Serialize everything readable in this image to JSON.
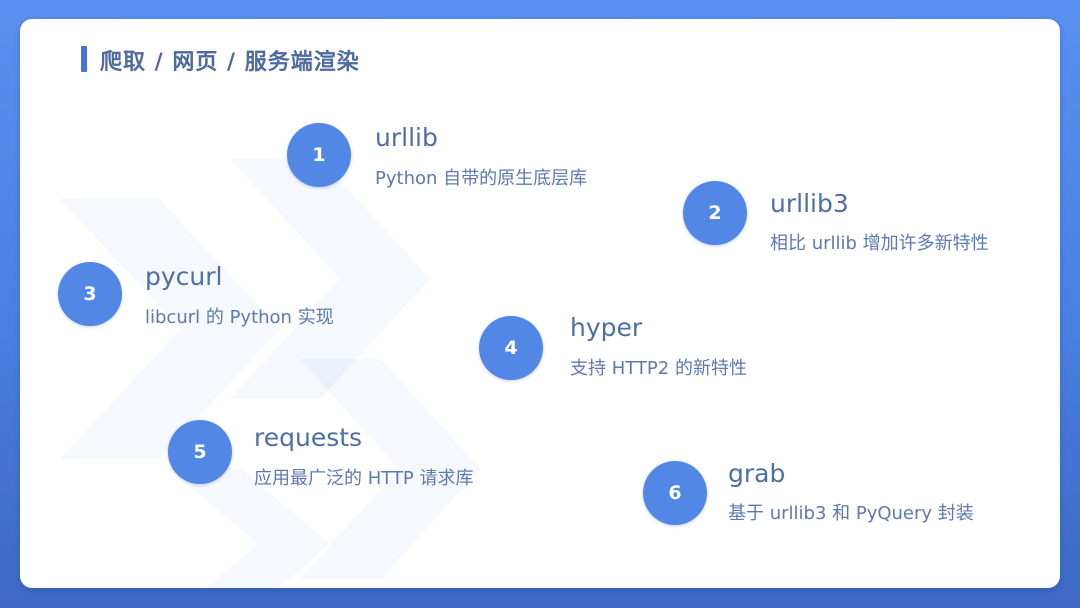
{
  "slide": {
    "breadcrumb": "爬取 / 网页 / 服务端渲染",
    "colors": {
      "background": "#5b8ff0",
      "accent_bar": "#4a73d6",
      "circle": "#5387e6",
      "title_text": "#4f6a9f",
      "name_text": "#4e6fa5",
      "desc_text": "#5b7ab2"
    },
    "items": [
      {
        "number": "1",
        "name": "urllib",
        "description": "Python 自带的原生底层库"
      },
      {
        "number": "2",
        "name": "urllib3",
        "description": "相比 urllib 增加许多新特性"
      },
      {
        "number": "3",
        "name": "pycurl",
        "description": "libcurl 的 Python 实现"
      },
      {
        "number": "4",
        "name": "hyper",
        "description": "支持 HTTP2 的新特性"
      },
      {
        "number": "5",
        "name": "requests",
        "description": "应用最广泛的 HTTP 请求库"
      },
      {
        "number": "6",
        "name": "grab",
        "description": "基于 urllib3 和 PyQuery 封装"
      }
    ]
  }
}
